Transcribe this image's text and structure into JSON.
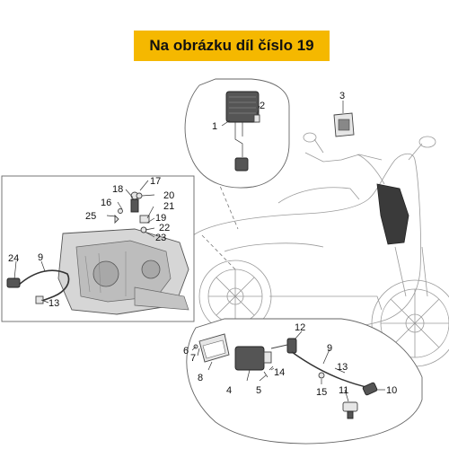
{
  "banner": {
    "text": "Na obrázku díl číslo 19",
    "color": "#f5b800"
  },
  "labels": {
    "l1": "1",
    "l2": "2",
    "l3": "3",
    "l4": "4",
    "l5": "5",
    "l6": "6",
    "l7": "7",
    "l8": "8",
    "l9a": "9",
    "l9b": "9",
    "l10": "10",
    "l11": "11",
    "l12": "12",
    "l13a": "13",
    "l13b": "13",
    "l14": "14",
    "l15": "15",
    "l16": "16",
    "l17": "17",
    "l18": "18",
    "l19": "19",
    "l20": "20",
    "l21": "21",
    "l22": "22",
    "l23": "23",
    "l24": "24",
    "l25": "25"
  }
}
